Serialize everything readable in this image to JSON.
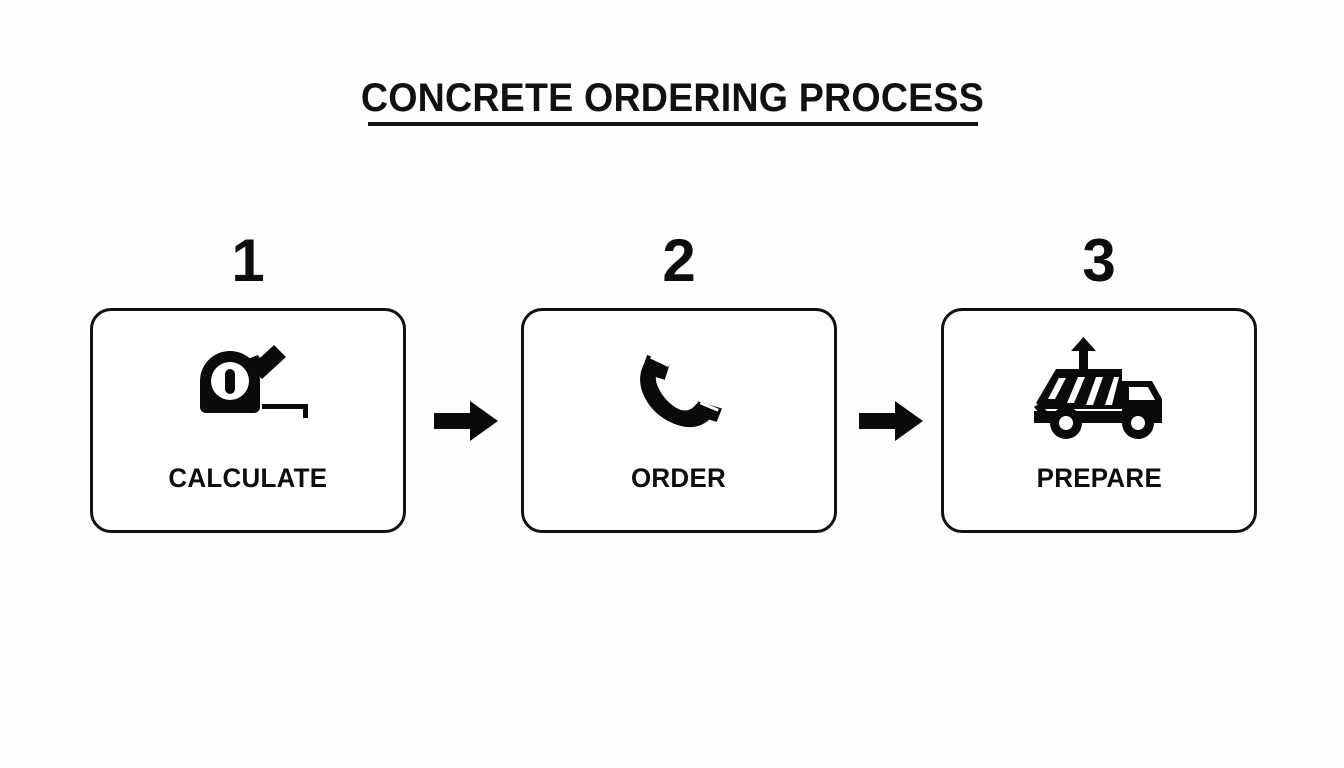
{
  "page": {
    "title": "CONCRETE ORDERING PROCESS",
    "background_color": "#fefefe",
    "ink_color": "#111111"
  },
  "flow": {
    "steps": [
      {
        "number": "1",
        "label": "CALCULATE",
        "icon": "tape-measure-icon"
      },
      {
        "number": "2",
        "label": "ORDER",
        "icon": "telephone-handset-icon"
      },
      {
        "number": "3",
        "label": "PREPARE",
        "icon": "dump-truck-icon"
      }
    ],
    "connectors": [
      {
        "icon": "arrow-right-icon"
      },
      {
        "icon": "arrow-right-icon"
      }
    ]
  }
}
